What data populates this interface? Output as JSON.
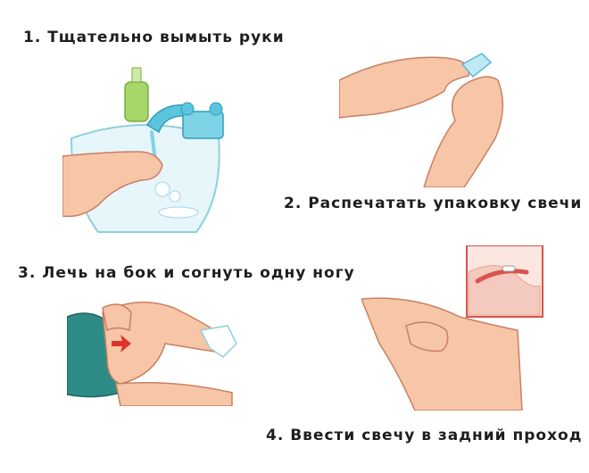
{
  "steps": [
    {
      "caption": "1. Тщательно вымыть руки"
    },
    {
      "caption": "2. Распечатать упаковку свечи"
    },
    {
      "caption": "3. Лечь на бок и согнуть одну ногу"
    },
    {
      "caption": "4. Ввести свечу в задний проход"
    }
  ],
  "colors": {
    "skin": "#f6c6a6",
    "skin_shadow": "#e9a488",
    "outline": "#c97f63",
    "water": "#7fd3e6",
    "faucet": "#5cc4dd",
    "soap": "#a7d66a",
    "towel": "#2e8b86",
    "arrow": "#e0322a",
    "inset_border": "#d9534f",
    "inset_bg": "#f4c9bf"
  }
}
